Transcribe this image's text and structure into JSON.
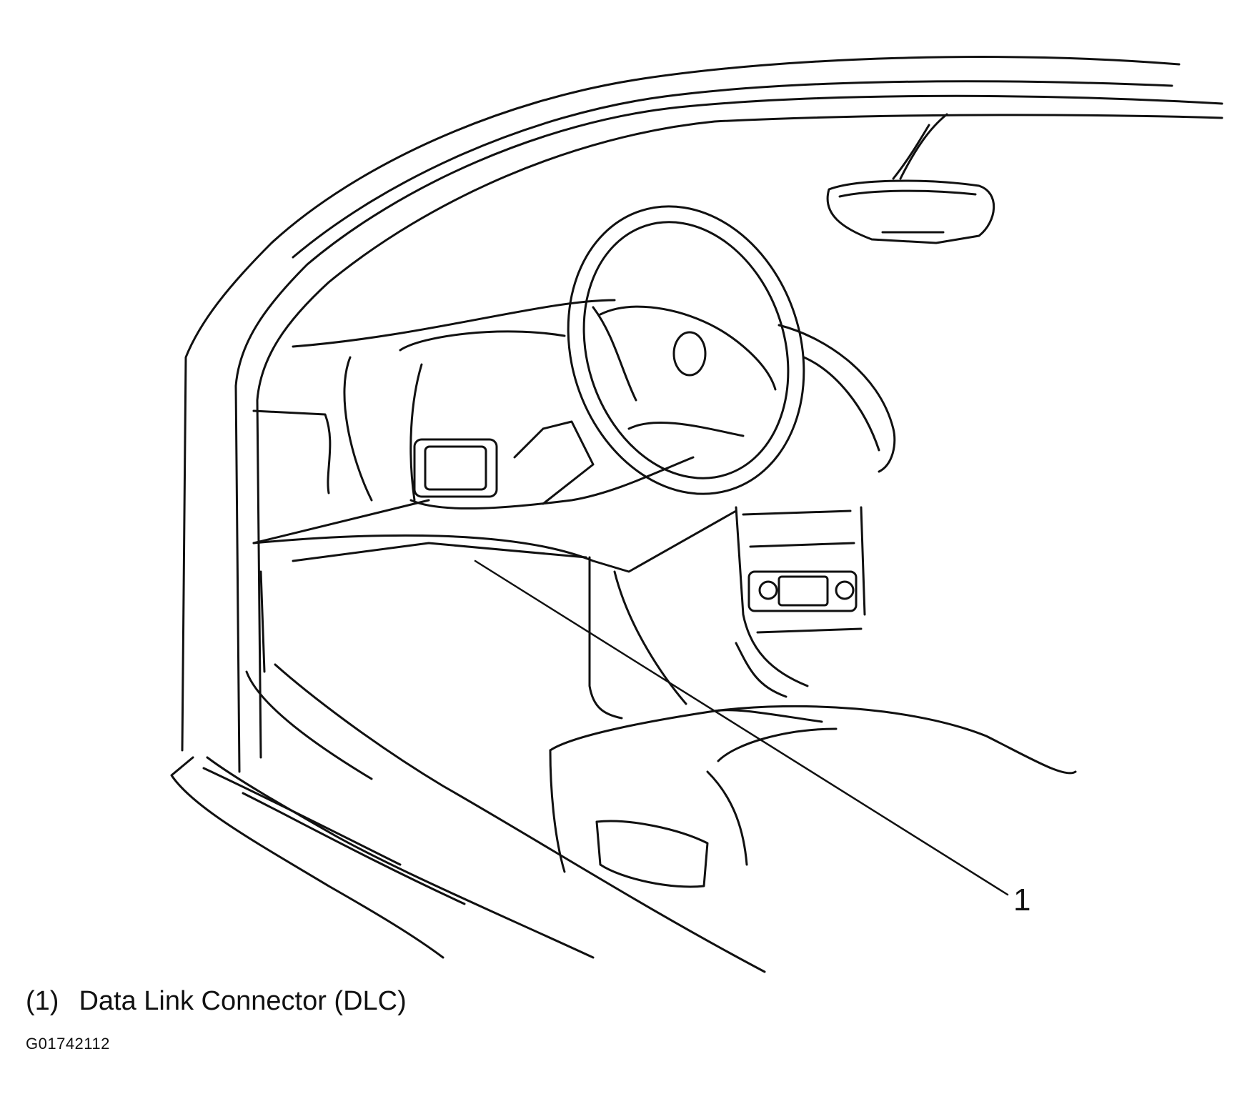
{
  "callouts": [
    {
      "number": "1",
      "label": "Data Link Connector (DLC)",
      "legend_number": "(1)"
    }
  ],
  "figure_id": "G01742112"
}
